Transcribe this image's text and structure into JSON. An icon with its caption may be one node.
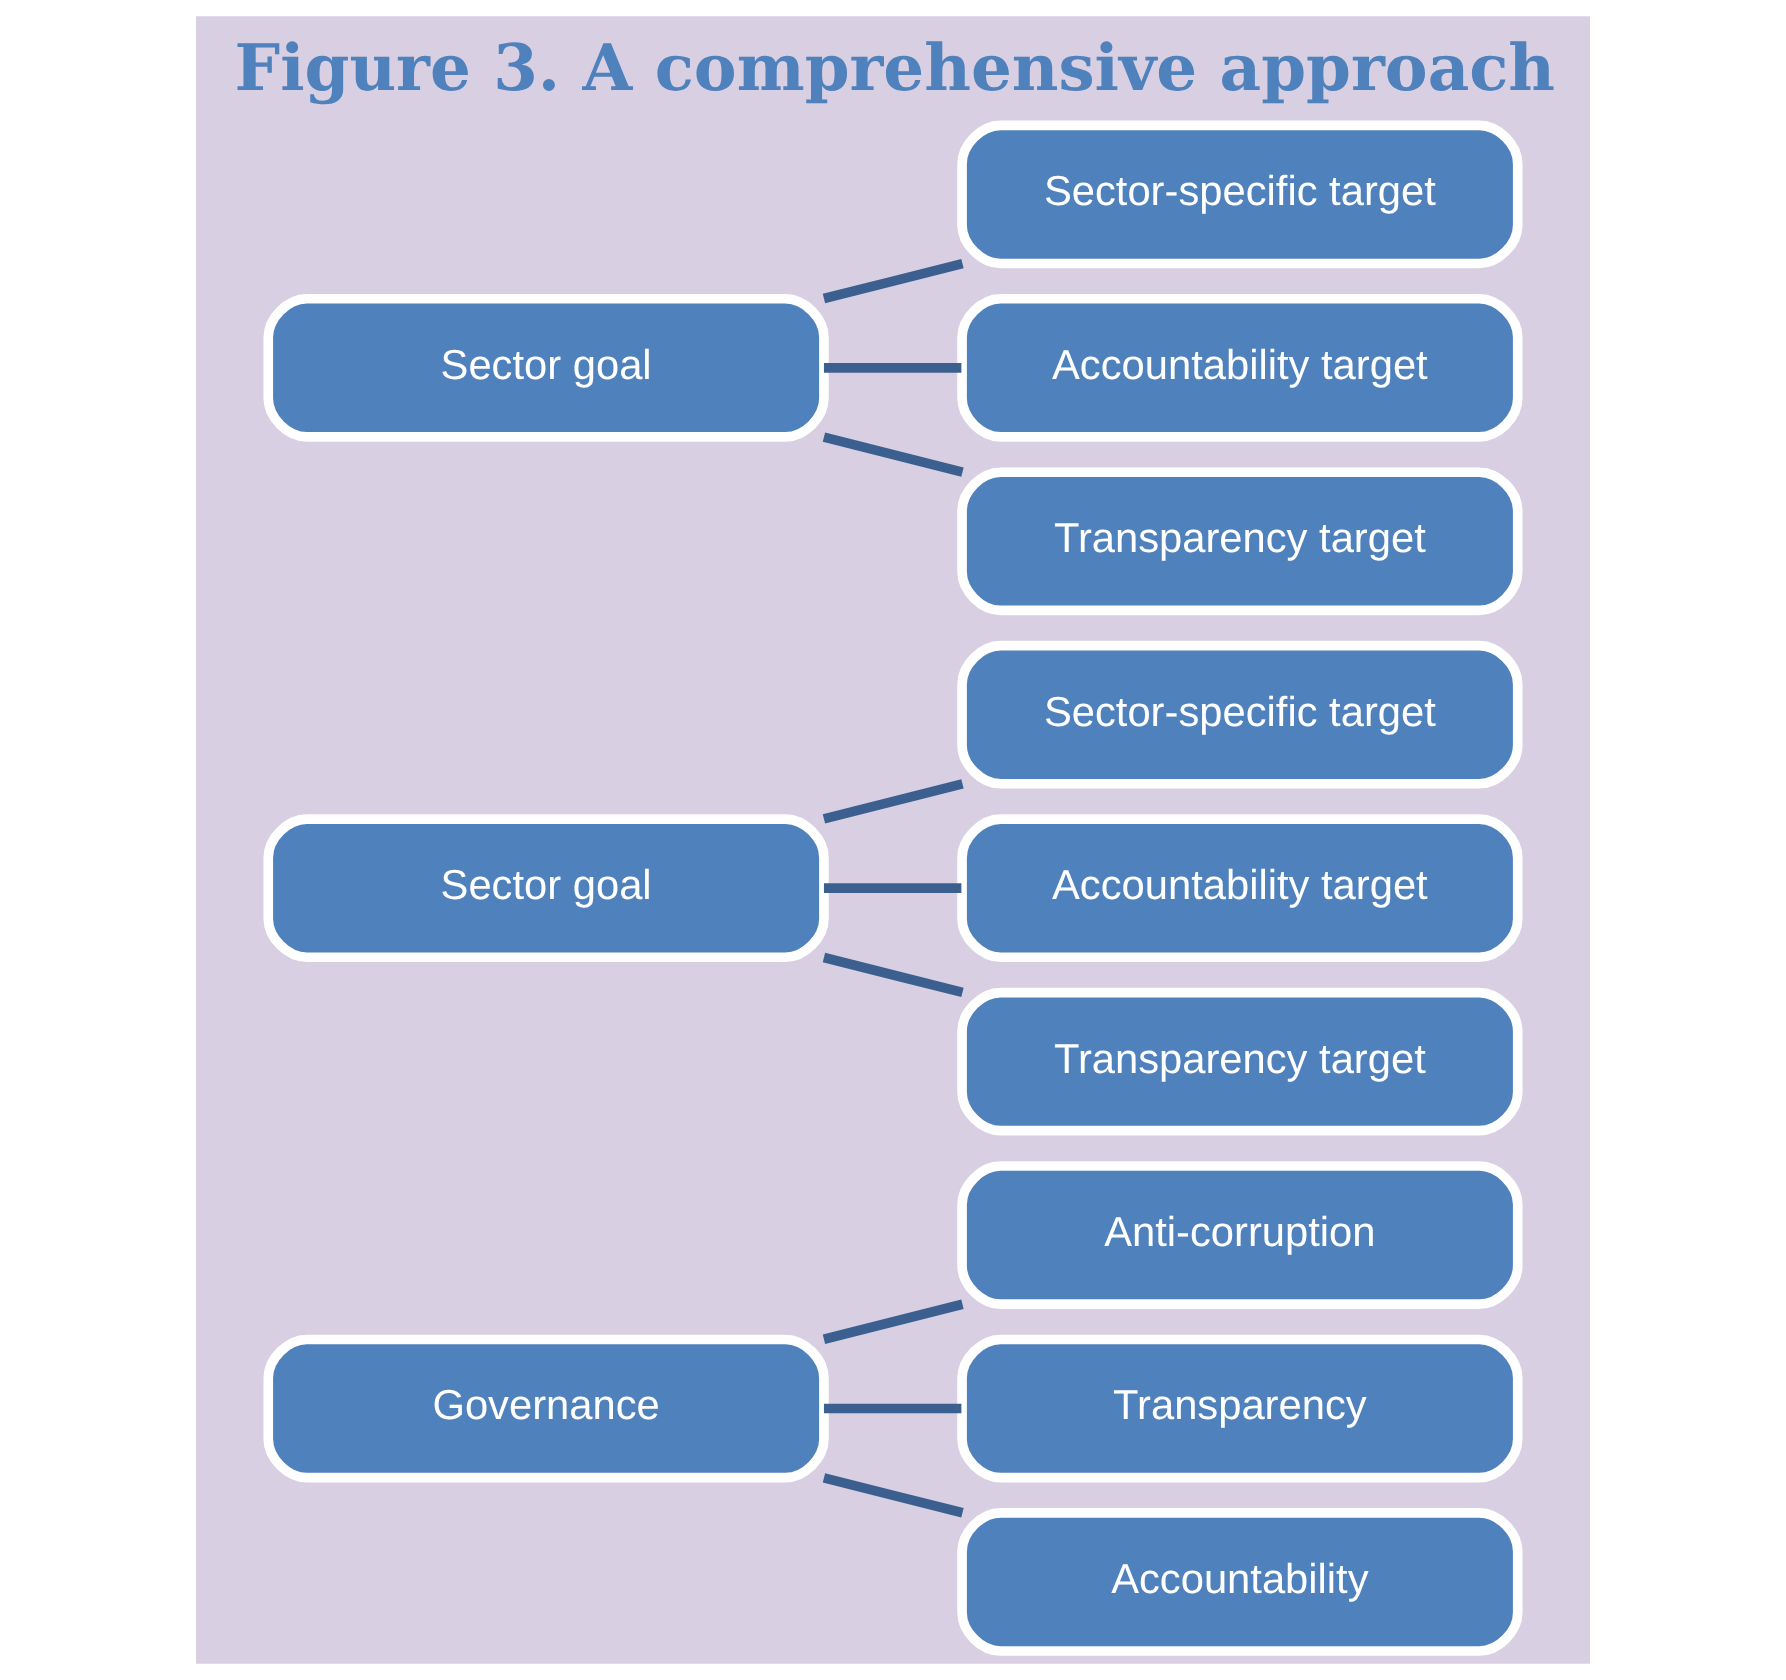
{
  "diagram": {
    "title": "Figure 3. A comprehensive approach",
    "nodes": [
      {
        "text": [
          "Governance"
        ]
      },
      {
        "text": [
          "Anti-corruption"
        ]
      },
      {
        "text": [
          "Transparency"
        ]
      },
      {
        "text": [
          "Accountability"
        ]
      },
      {
        "text": [
          "Sector goal"
        ]
      },
      {
        "text": [
          "Sector-specific target"
        ]
      },
      {
        "text": [
          "Accountability target"
        ]
      },
      {
        "text": [
          "Transparency target"
        ]
      },
      {
        "text": [
          "Sector goal"
        ]
      },
      {
        "text": [
          "Sector-specific target"
        ]
      },
      {
        "text": [
          "Accountability target"
        ]
      },
      {
        "text": [
          "Transparency target"
        ]
      }
    ],
    "edges": [
      {
        "from": 0,
        "to": 1,
        "arrow": "none"
      },
      {
        "from": 0,
        "to": 2,
        "arrow": "none"
      },
      {
        "from": 0,
        "to": 3,
        "arrow": "none"
      },
      {
        "from": 4,
        "to": 5,
        "arrow": "none"
      },
      {
        "from": 4,
        "to": 6,
        "arrow": "none"
      },
      {
        "from": 4,
        "to": 7,
        "arrow": "none"
      },
      {
        "from": 8,
        "to": 9,
        "arrow": "none"
      },
      {
        "from": 8,
        "to": 10,
        "arrow": "none"
      },
      {
        "from": 8,
        "to": 11,
        "arrow": "none"
      }
    ]
  }
}
